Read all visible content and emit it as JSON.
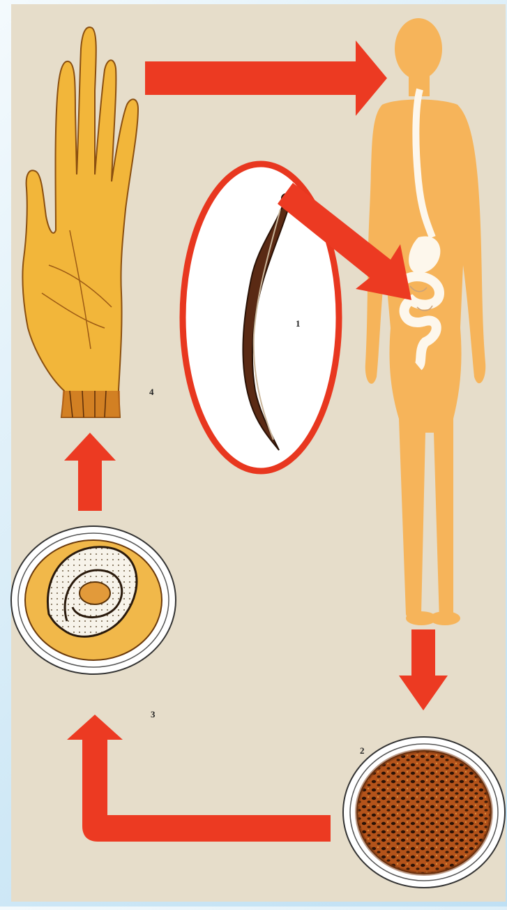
{
  "labels": {
    "adult_worm": "1",
    "fertilized_egg": "2",
    "embryonated_egg": "3",
    "hand": "4"
  },
  "colors": {
    "background_panel": "#e6ddca",
    "arrow": "#ec3a22",
    "skin": "#f6b45a",
    "hand": "#f2b63a",
    "egg_shell": "#9a3c0e",
    "magnifier_ring": "#e8371f"
  },
  "icons": {
    "hand": "hand-icon",
    "human_body": "human-body-icon",
    "worm": "worm-icon",
    "egg": "egg-icon"
  }
}
